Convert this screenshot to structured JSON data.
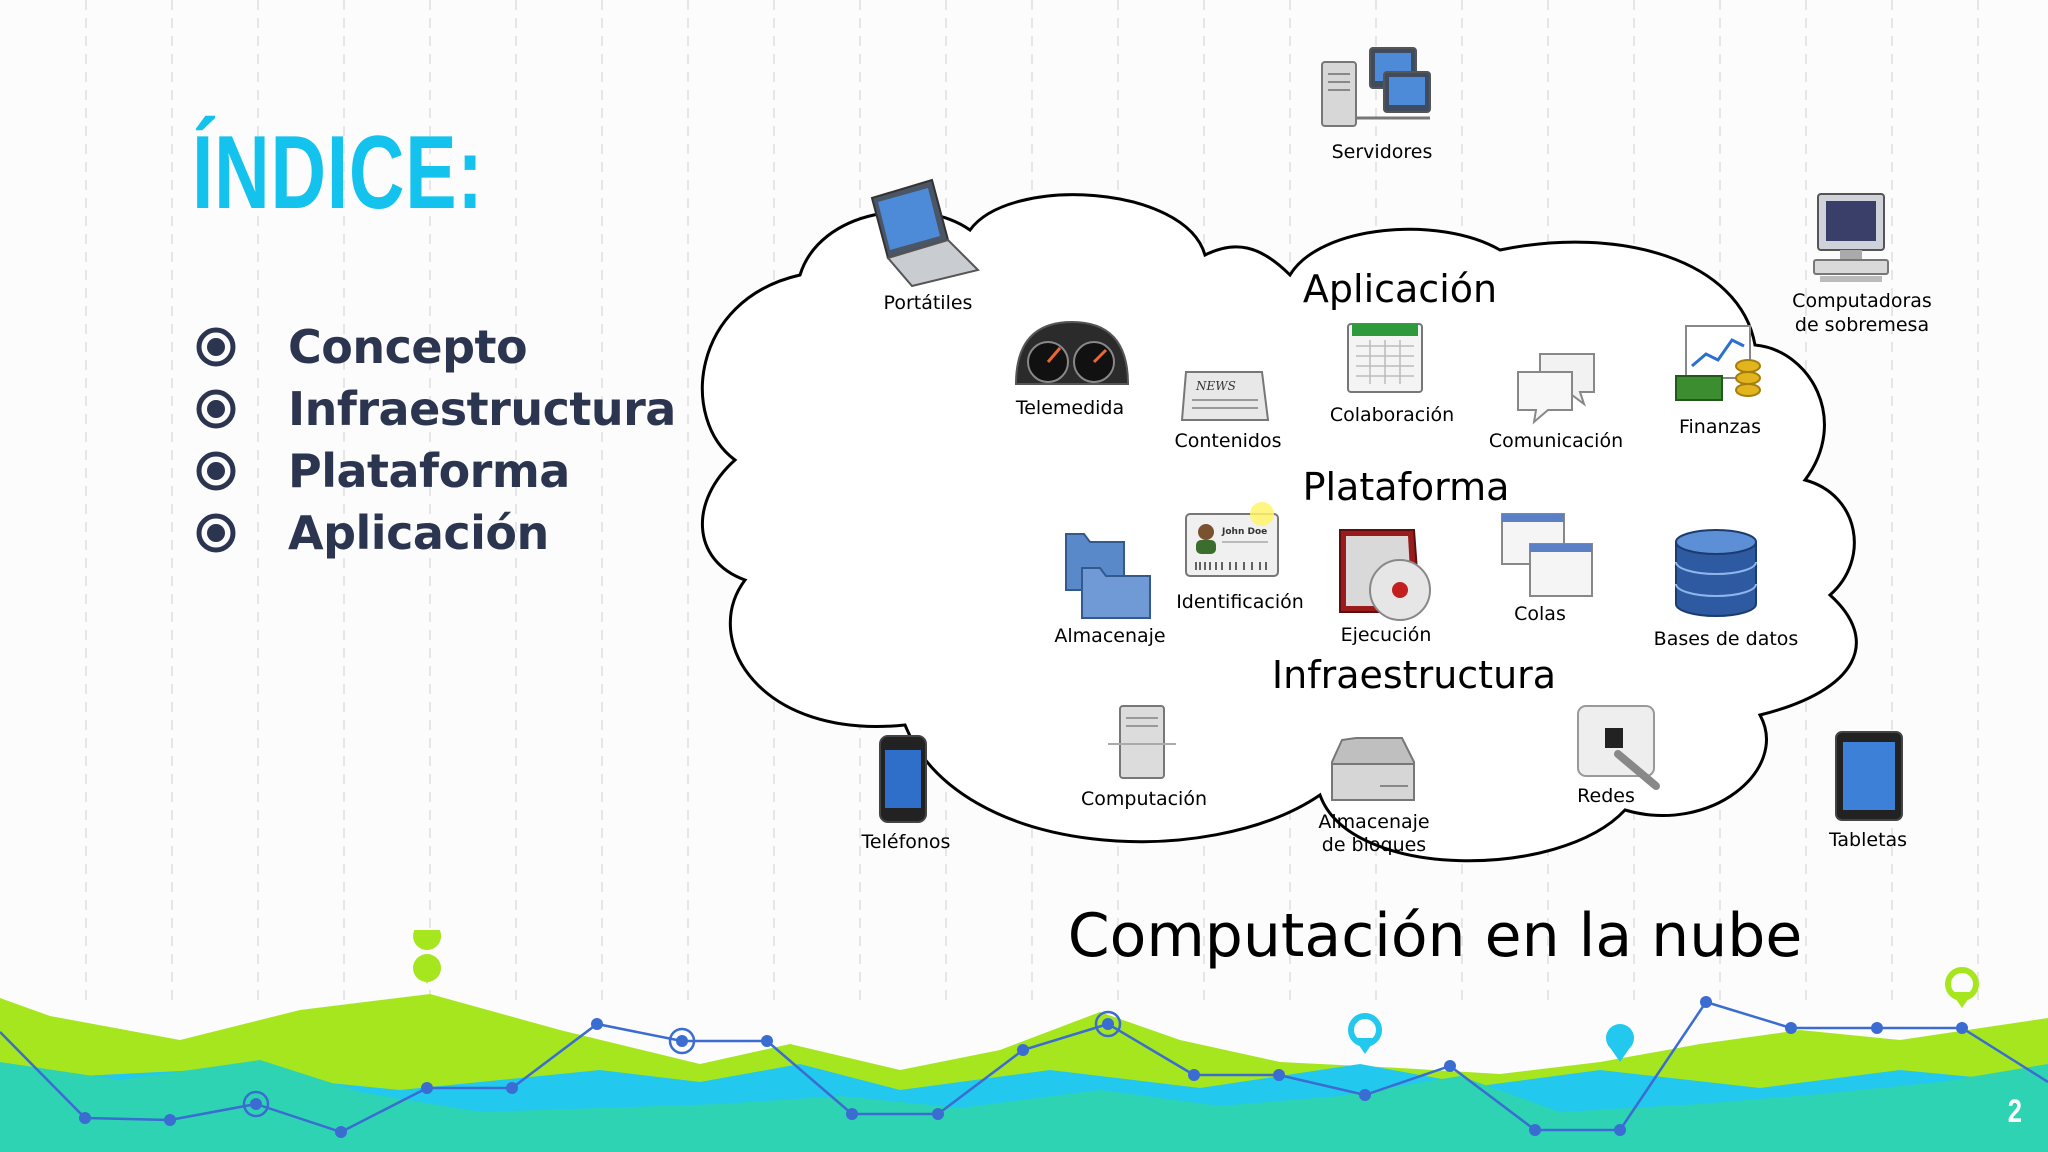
{
  "slide": {
    "title": "ÍNDICE:",
    "items": [
      "Concepto",
      "Infraestructura",
      "Plataforma",
      "Aplicación"
    ],
    "page_number": "2"
  },
  "diagram": {
    "caption": "Computación en la nube",
    "external_devices": {
      "servers": "Servidores",
      "laptops": "Portátiles",
      "desktops_line1": "Computadoras",
      "desktops_line2": "de sobremesa",
      "phones": "Teléfonos",
      "tablets": "Tabletas"
    },
    "layers": {
      "application": {
        "title": "Aplicación",
        "items": [
          "Telemedida",
          "Contenidos",
          "Colaboración",
          "Comunicación",
          "Finanzas"
        ]
      },
      "platform": {
        "title": "Plataforma",
        "items": [
          "Almacenaje",
          "Identificación",
          "Ejecución",
          "Colas",
          "Bases de datos"
        ]
      },
      "infrastructure": {
        "title": "Infraestructura",
        "items": [
          "Computación",
          "Redes"
        ],
        "block_storage_line1": "Almacenaje",
        "block_storage_line2": "de bloques"
      }
    },
    "id_card_name": "John Doe",
    "news_label": "NEWS"
  },
  "colors": {
    "title": "#13c3ee",
    "text_dark": "#2c3550",
    "lime": "#a6e61f",
    "teal": "#2ed3b4",
    "cyan": "#22c8ee",
    "line_blue": "#3a6cd1"
  }
}
